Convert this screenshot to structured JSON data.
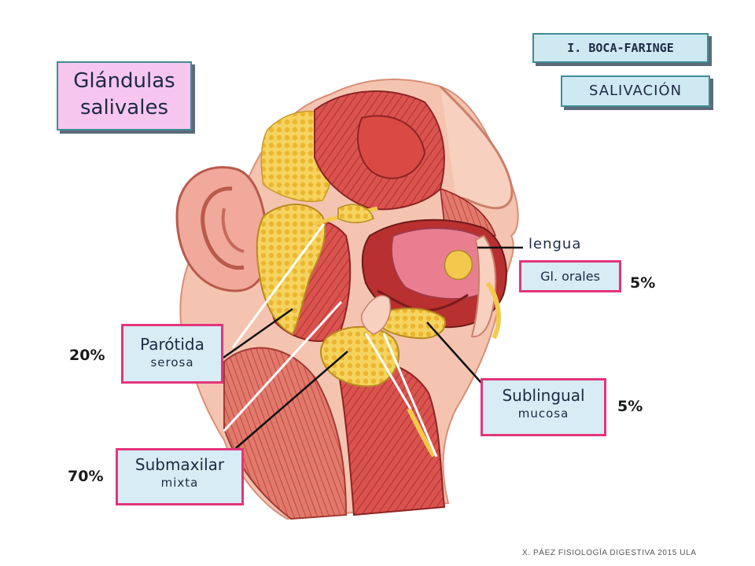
{
  "title": {
    "line1": "Glándulas",
    "line2": "salivales"
  },
  "section": "I. BOCA-FARINGE",
  "topic": "SALIVACIÓN",
  "labels": {
    "lengua": "lengua",
    "orales": "Gl. orales",
    "parotida": {
      "name": "Parótida",
      "type": "serosa"
    },
    "submaxilar": {
      "name": "Submaxilar",
      "type": "mixta"
    },
    "sublingual": {
      "name": "Sublingual",
      "type": "mucosa"
    }
  },
  "percentages": {
    "parotida": "20%",
    "submaxilar": "70%",
    "orales": "5%",
    "sublingual": "5%"
  },
  "footer": "X. PÁEZ   FISIOLOGÍA DIGESTIVA 2015 ULA",
  "colors": {
    "box_border_pink": "#e2357b",
    "box_fill_blue": "#d7ecf4",
    "title_fill_pink": "#f7c6ef",
    "muscle_red": "#c9383a",
    "gland_yellow": "#f2c94c"
  }
}
